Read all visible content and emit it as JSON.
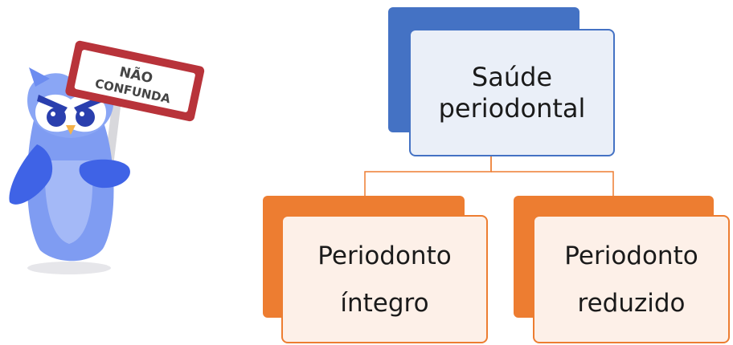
{
  "mascot": {
    "sign_line1": "NÃO",
    "sign_line2": "CONFUNDA",
    "icon": "owl-mascot-holding-sign"
  },
  "diagram": {
    "root": {
      "line1": "Saúde",
      "line2": "periodontal"
    },
    "children": [
      {
        "line1": "Periodonto",
        "line2": "íntegro"
      },
      {
        "line1": "Periodonto",
        "line2": "reduzido"
      }
    ]
  },
  "colors": {
    "root_accent": "#4472c4",
    "root_fill": "#eaeff8",
    "child_accent": "#ed7d31",
    "child_fill": "#fdf0e8",
    "owl_blue": "#3f63e6",
    "owl_light": "#7f9cf2",
    "sign_red": "#b8333a"
  }
}
